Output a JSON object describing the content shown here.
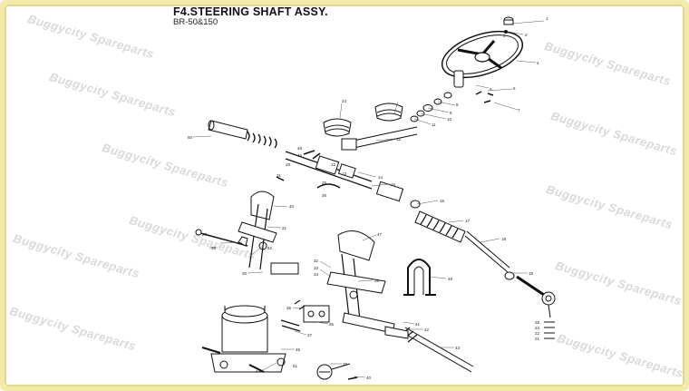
{
  "header": {
    "title": "F4.STEERING SHAFT ASSY.",
    "subtitle": "BR-50&150"
  },
  "watermark": {
    "text": "Buggycity Spareparts"
  },
  "colors": {
    "frame": "#f3e9a8",
    "line": "#111111",
    "watermark": "#d9d9d9"
  },
  "callouts": [
    "1",
    "2",
    "3",
    "4",
    "5",
    "6",
    "7",
    "8",
    "9",
    "10",
    "11",
    "12",
    "13",
    "14",
    "15",
    "16",
    "17",
    "18",
    "19",
    "20",
    "21",
    "22",
    "23",
    "24",
    "25",
    "26",
    "27",
    "28",
    "29",
    "30",
    "31",
    "32",
    "33",
    "34",
    "35",
    "36",
    "37",
    "38",
    "39",
    "40",
    "41",
    "42",
    "43",
    "44",
    "45",
    "46",
    "47",
    "48",
    "49",
    "50",
    "51",
    "52"
  ]
}
